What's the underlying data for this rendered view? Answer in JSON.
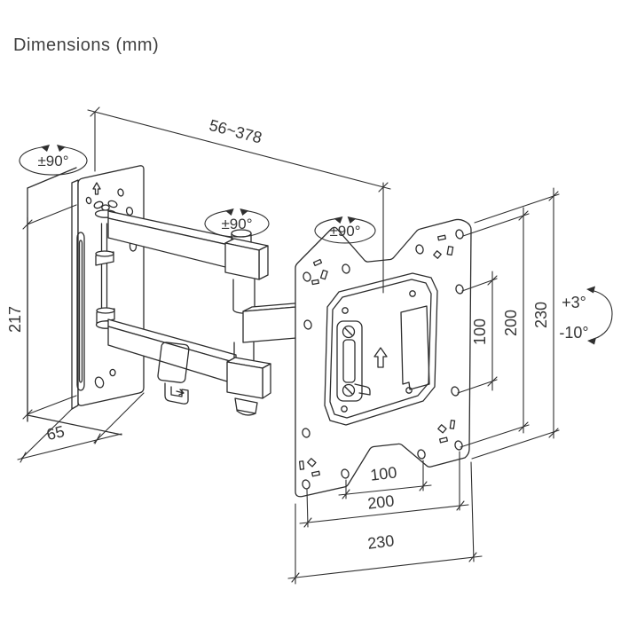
{
  "title": "Dimensions (mm)",
  "colors": {
    "line": "#2d2d2d",
    "text": "#363636",
    "background": "#ffffff"
  },
  "annotations": {
    "arm_extension_range": "56~378",
    "swivel_wall_plate": "±90°",
    "swivel_elbow": "±90°",
    "swivel_tv_plate": "±90°",
    "wall_plate_height": "217",
    "wall_plate_width": "65",
    "tilt_up": "+3°",
    "tilt_down": "-10°",
    "vesa_height_inner": "100",
    "vesa_height_outer": "200",
    "plate_height": "230",
    "vesa_width_inner": "100",
    "vesa_width_outer": "200",
    "plate_width": "230"
  }
}
